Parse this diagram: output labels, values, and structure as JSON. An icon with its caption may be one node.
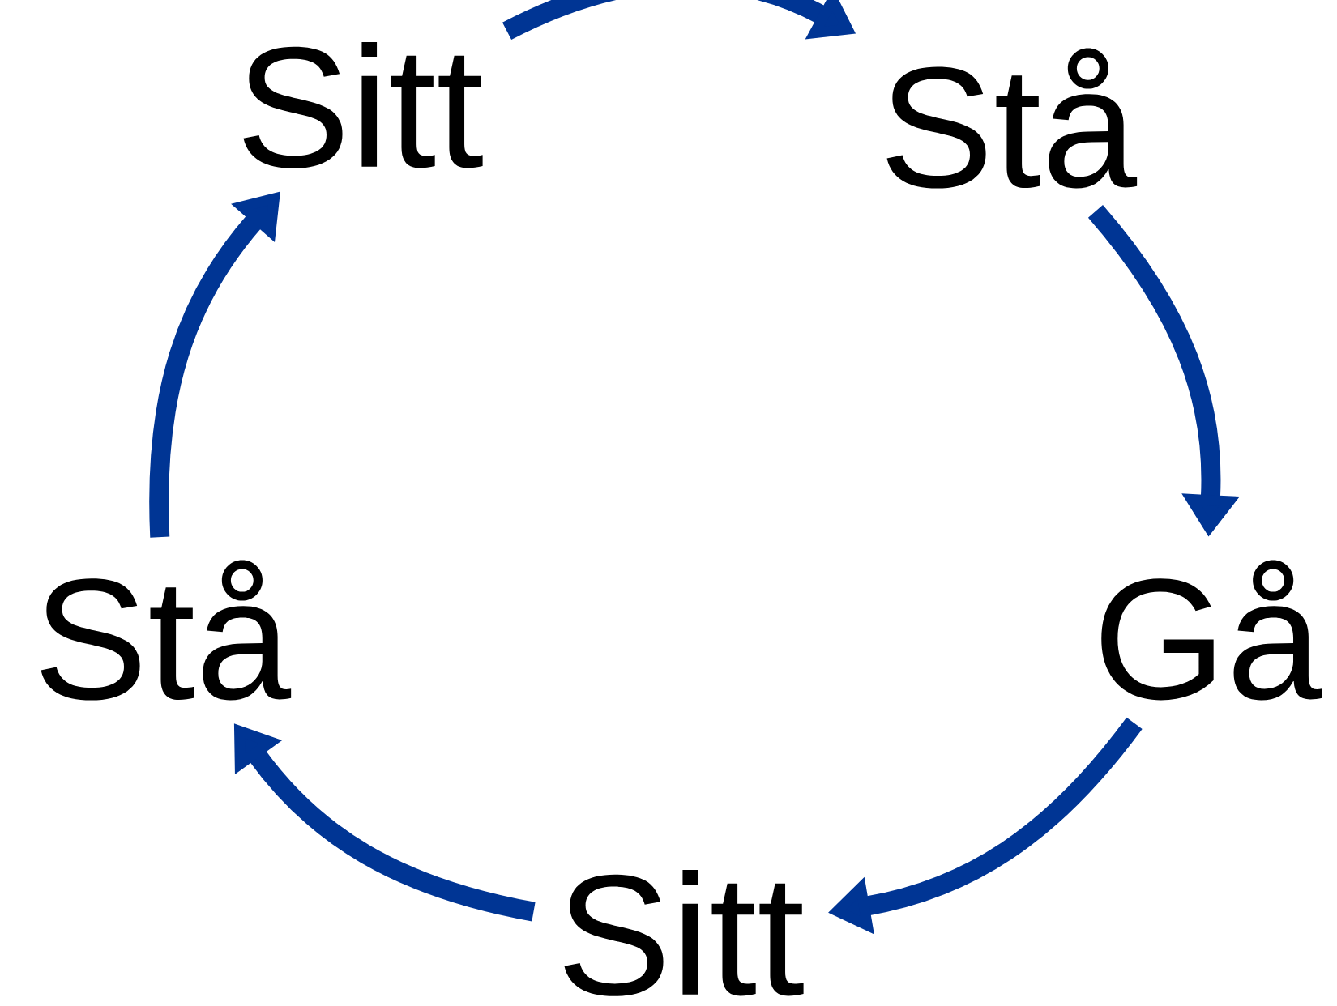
{
  "diagram": {
    "nodes": [
      {
        "text": [
          "Sitt"
        ]
      },
      {
        "text": [
          "Stå"
        ]
      },
      {
        "text": [
          "Gå"
        ]
      },
      {
        "text": [
          "Sitt"
        ]
      },
      {
        "text": [
          "Stå"
        ]
      }
    ],
    "edges": [
      {
        "from": 0,
        "to": 1,
        "arrow": "to"
      },
      {
        "from": 1,
        "to": 2,
        "arrow": "to"
      },
      {
        "from": 2,
        "to": 3,
        "arrow": "to"
      },
      {
        "from": 3,
        "to": 4,
        "arrow": "to"
      },
      {
        "from": 4,
        "to": 0,
        "arrow": "to"
      }
    ]
  }
}
